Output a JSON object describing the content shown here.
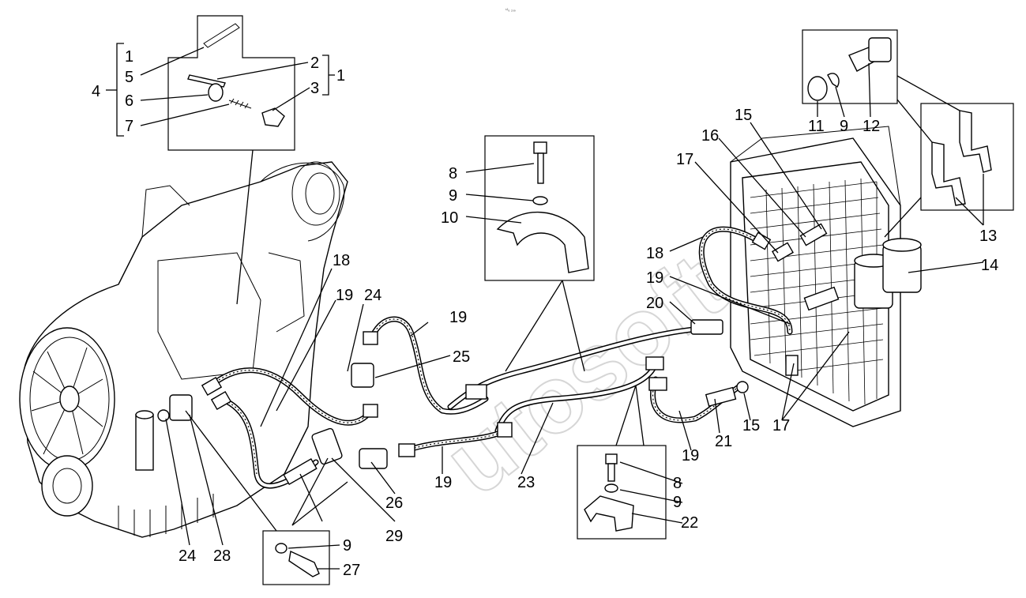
{
  "header": {
    "code": "¹²₆ ₂₀₉"
  },
  "watermark": "utosoft",
  "callouts": [
    {
      "id": "c1a",
      "text": "1"
    },
    {
      "id": "c5",
      "text": "5"
    },
    {
      "id": "c4",
      "text": "4"
    },
    {
      "id": "c6",
      "text": "6"
    },
    {
      "id": "c7",
      "text": "7"
    },
    {
      "id": "c2",
      "text": "2"
    },
    {
      "id": "c1b",
      "text": "1"
    },
    {
      "id": "c3",
      "text": "3"
    },
    {
      "id": "c8a",
      "text": "8"
    },
    {
      "id": "c9a",
      "text": "9"
    },
    {
      "id": "c10",
      "text": "10"
    },
    {
      "id": "c11",
      "text": "11"
    },
    {
      "id": "c9b",
      "text": "9"
    },
    {
      "id": "c12",
      "text": "12"
    },
    {
      "id": "c15a",
      "text": "15"
    },
    {
      "id": "c16",
      "text": "16"
    },
    {
      "id": "c17a",
      "text": "17"
    },
    {
      "id": "c13",
      "text": "13"
    },
    {
      "id": "c14",
      "text": "14"
    },
    {
      "id": "c18a",
      "text": "18"
    },
    {
      "id": "c19a",
      "text": "19"
    },
    {
      "id": "c20",
      "text": "20"
    },
    {
      "id": "c18b",
      "text": "18"
    },
    {
      "id": "c19b",
      "text": "19"
    },
    {
      "id": "c24a",
      "text": "24"
    },
    {
      "id": "c19c",
      "text": "19"
    },
    {
      "id": "c25",
      "text": "25"
    },
    {
      "id": "c21",
      "text": "21"
    },
    {
      "id": "c15b",
      "text": "15"
    },
    {
      "id": "c17b",
      "text": "17"
    },
    {
      "id": "c19d",
      "text": "19"
    },
    {
      "id": "c23",
      "text": "23"
    },
    {
      "id": "c19e",
      "text": "19"
    },
    {
      "id": "c26",
      "text": "26"
    },
    {
      "id": "c29",
      "text": "29"
    },
    {
      "id": "c8b",
      "text": "8"
    },
    {
      "id": "c9c",
      "text": "9"
    },
    {
      "id": "c22",
      "text": "22"
    },
    {
      "id": "c24b",
      "text": "24"
    },
    {
      "id": "c28",
      "text": "28"
    },
    {
      "id": "c9d",
      "text": "9"
    },
    {
      "id": "c27",
      "text": "27"
    }
  ]
}
